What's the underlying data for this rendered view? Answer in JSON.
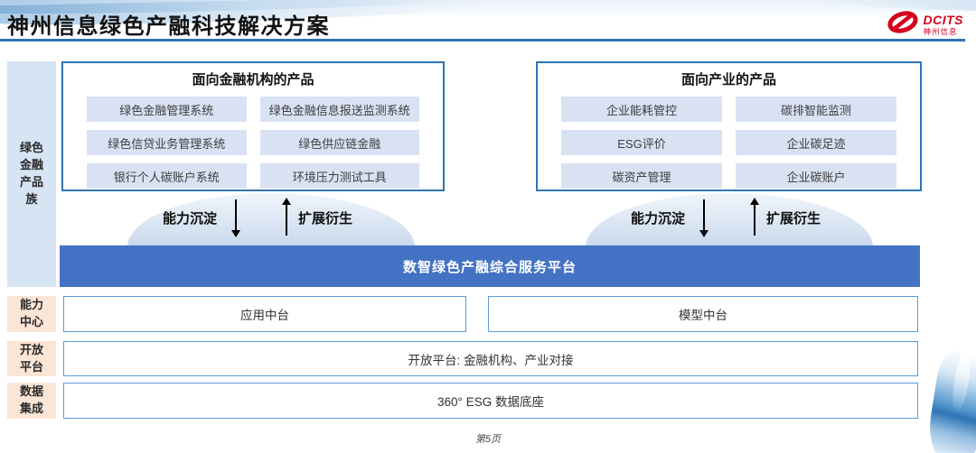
{
  "colors": {
    "brand_red": "#d6001c",
    "accent_blue": "#2f74b5",
    "banner_blue": "#4472c4",
    "item_blue": "#d9e2f3",
    "sidebar_blue": "#d6e4f4",
    "sidebar_peach": "#fbe5d6",
    "thin_border_blue": "#5b9bd5"
  },
  "header": {
    "title": "神州信息绿色产融科技解决方案",
    "logo_name": "DCITS",
    "logo_subtitle": "神州信息"
  },
  "sidebar": {
    "product_family": "绿色\n金融\n产品\n族",
    "capability_center": "能力\n中心",
    "open_platform": "开放\n平台",
    "data_integration": "数据\n集成"
  },
  "finance_box": {
    "title": "面向金融机构的产品",
    "items": [
      "绿色金融管理系统",
      "绿色金融信息报送监测系统",
      "绿色信贷业务管理系统",
      "绿色供应链金融",
      "银行个人碳账户系统",
      "环境压力测试工具"
    ]
  },
  "industry_box": {
    "title": "面向产业的产品",
    "items": [
      "企业能耗管控",
      "碳排智能监测",
      "ESG评价",
      "企业碳足迹",
      "碳资产管理",
      "企业碳账户"
    ]
  },
  "arrows": {
    "down_label": "能力沉淀",
    "up_label": "扩展衍生"
  },
  "banner": {
    "label": "数智绿色产融综合服务平台"
  },
  "capability_row": {
    "left": "应用中台",
    "right": "模型中台"
  },
  "open_row": {
    "label": "开放平台: 金融机构、产业对接"
  },
  "data_row": {
    "label": "360° ESG 数据底座"
  },
  "footer": {
    "page_label": "第5页"
  }
}
